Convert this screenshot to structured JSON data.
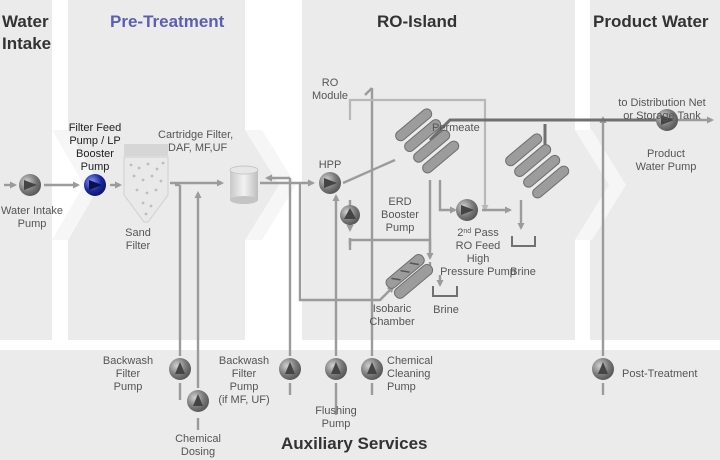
{
  "sections": {
    "intake": [
      "Water",
      "Intake"
    ],
    "pretreatment": "Pre-Treatment",
    "ro_island": "RO-Island",
    "product": "Product Water",
    "auxiliary": "Auxiliary Services"
  },
  "labels": {
    "water_intake_pump": [
      "Water Intake",
      "Pump"
    ],
    "filter_feed_pump": [
      "Filter Feed",
      "Pump / LP",
      "Booster",
      "Pump"
    ],
    "cartridge_filter": [
      "Cartridge Filter,",
      "DAF, MF,UF"
    ],
    "sand_filter": [
      "Sand",
      "Filter"
    ],
    "ro_module": [
      "RO",
      "Module"
    ],
    "hpp": "HPP",
    "permeate": "Permeate",
    "erd_booster_pump": [
      "ERD",
      "Booster",
      "Pump"
    ],
    "second_pass_pump": [
      "2nd Pass",
      "RO Feed",
      "High",
      "Pressure Pump"
    ],
    "brine_1": "Brine",
    "brine_2": "Brine",
    "isobaric_chamber": [
      "Isobaric",
      "Chamber"
    ],
    "distribution": [
      "to Distribution Net",
      "or Storage Tank"
    ],
    "product_water_pump": [
      "Product",
      "Water Pump"
    ],
    "backwash_filter_pump": [
      "Backwash",
      "Filter",
      "Pump"
    ],
    "backwash_filter_pump_mf": [
      "Backwash",
      "Filter",
      "Pump",
      "(if MF, UF)"
    ],
    "chemical_dosing": [
      "Chemical",
      "Dosing"
    ],
    "flushing_pump": [
      "Flushing",
      "Pump"
    ],
    "chemical_cleaning_pump": [
      "Chemical",
      "Cleaning",
      "Pump"
    ],
    "post_treatment": "Post-Treatment"
  },
  "colors": {
    "section_band": "#ebebeb",
    "header_accent": "#5b5fb0",
    "pump_fill": "#6e6e6e",
    "pump_highlight": "#1c2a9a"
  }
}
